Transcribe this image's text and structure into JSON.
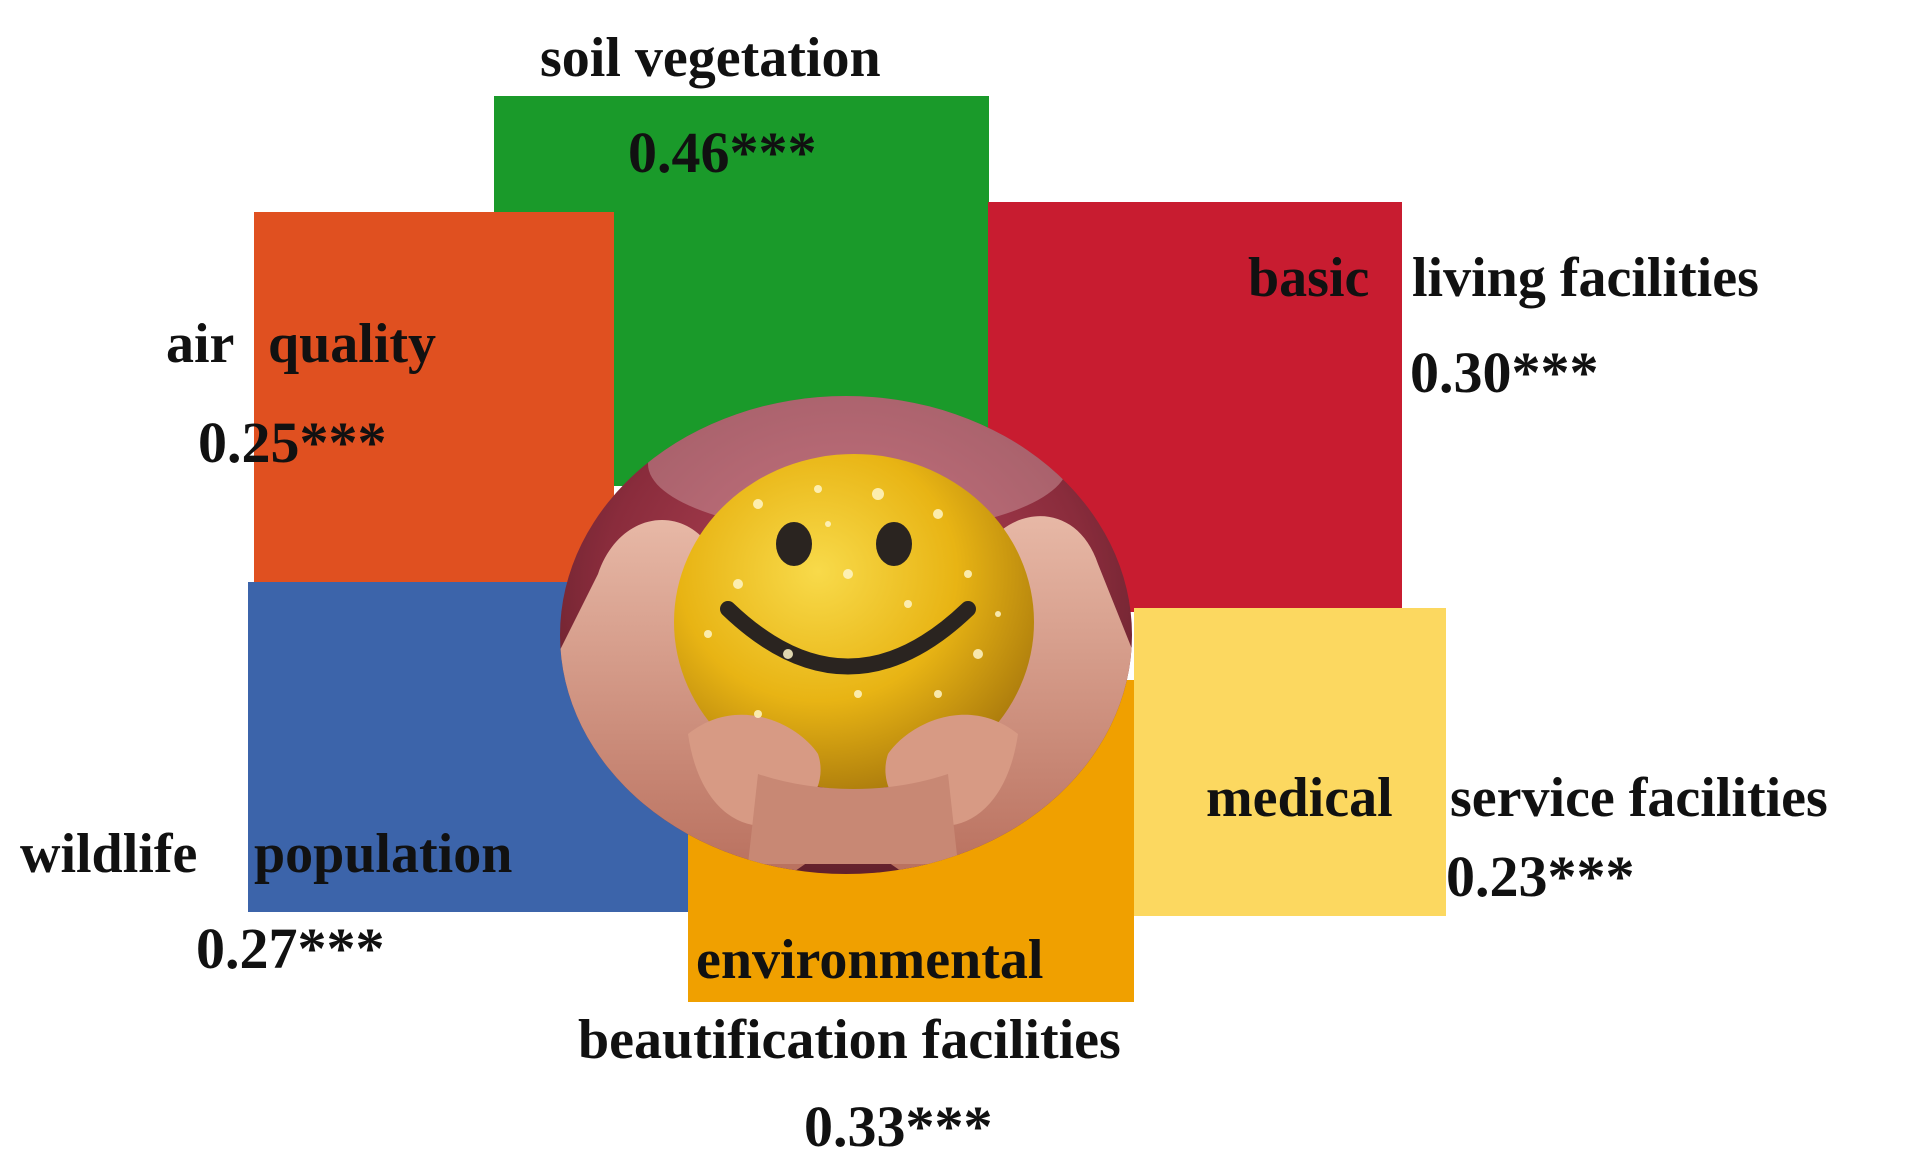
{
  "factors": {
    "soil_vegetation": {
      "label": "soil vegetation",
      "value": "0.46***",
      "color": "#1a9a2a"
    },
    "air_quality": {
      "label_1": "air",
      "label_2": "quality",
      "value": "0.25***",
      "color": "#e05020"
    },
    "basic_living": {
      "label_1": "basic",
      "label_2": "living facilities",
      "value": "0.30***",
      "color": "#c81c30"
    },
    "wildlife": {
      "label_1": "wildlife",
      "label_2": "population",
      "value": "0.27***",
      "color": "#3c64aa"
    },
    "environmental": {
      "label_1": "environmental",
      "label_2": "beautification facilities",
      "value": "0.33***",
      "color": "#f0a000"
    },
    "medical": {
      "label_1": "medical",
      "label_2": "service facilities",
      "value": "0.23***",
      "color": "#fcd860"
    }
  },
  "center_image": {
    "icon": "smiley-face-icon",
    "description_colors": {
      "ball": "#f2c21a",
      "hands": "#d79a84",
      "background": "#7a2a34"
    }
  }
}
